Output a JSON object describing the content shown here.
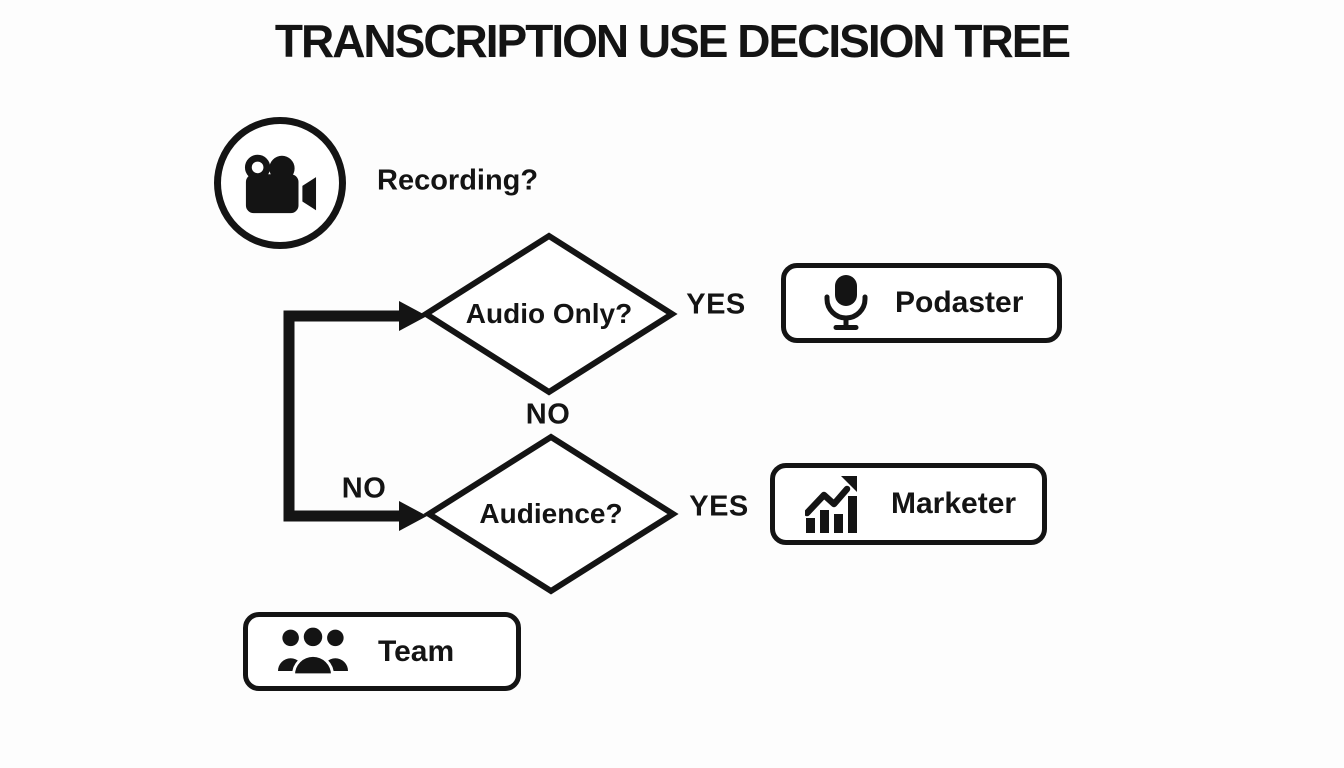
{
  "title": "TRANSCRIPTION USE DECISION TREE",
  "colors": {
    "ink": "#141414",
    "background": "#fdfdfd",
    "node_fill": "#ffffff"
  },
  "start": {
    "label": "Recording?",
    "icon": "video-camera-icon"
  },
  "decision1": {
    "label": "Audio Only?",
    "yes_label": "YES",
    "no_label": "NO",
    "yes_outcome": {
      "label": "Podaster",
      "icon": "microphone-icon"
    }
  },
  "decision2": {
    "label": "Audience?",
    "no_label": "NO",
    "yes_label": "YES",
    "yes_outcome": {
      "label": "Marketer",
      "icon": "growth-chart-icon"
    }
  },
  "fallback_outcome": {
    "label": "Team",
    "icon": "team-icon"
  }
}
